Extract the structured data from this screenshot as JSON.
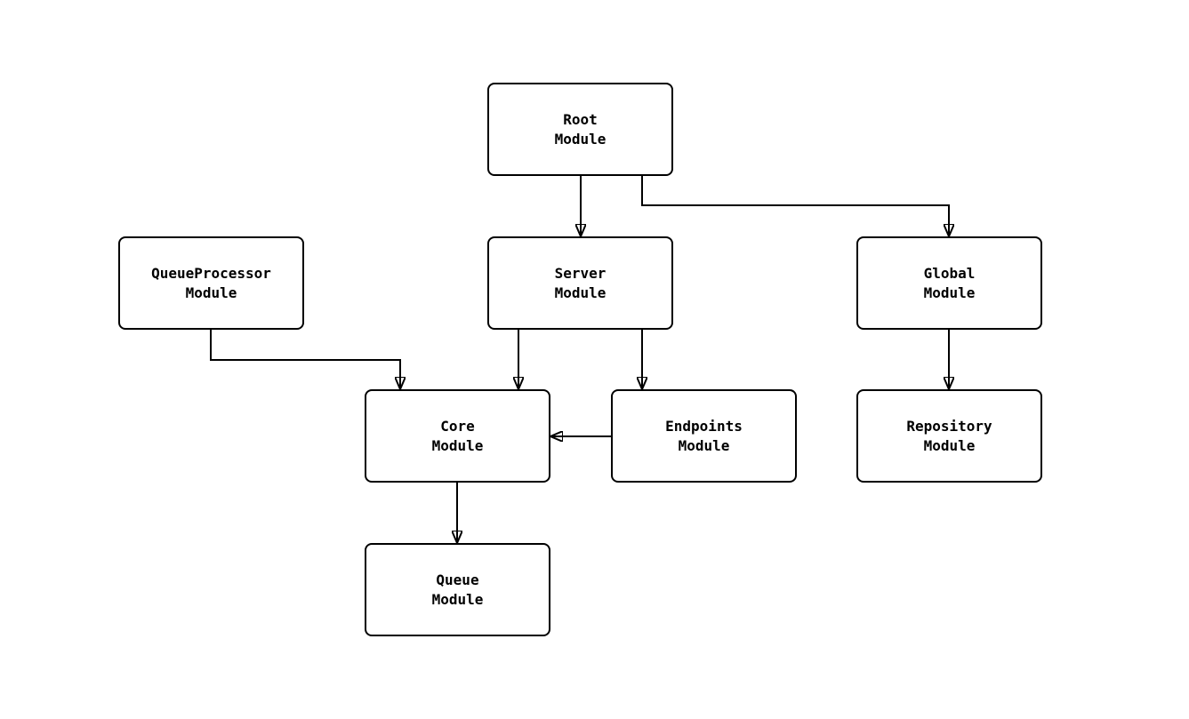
{
  "diagram": {
    "type": "flowchart",
    "background": "#ffffff",
    "nodes": {
      "root": {
        "label": "Root\nModule"
      },
      "server": {
        "label": "Server\nModule"
      },
      "queueprocessor": {
        "label": "QueueProcessor\nModule"
      },
      "global": {
        "label": "Global\nModule"
      },
      "core": {
        "label": "Core\nModule"
      },
      "endpoints": {
        "label": "Endpoints\nModule"
      },
      "repository": {
        "label": "Repository\nModule"
      },
      "queue": {
        "label": "Queue\nModule"
      }
    },
    "edges": [
      {
        "from": "Root Module",
        "to": "Server Module"
      },
      {
        "from": "Root Module",
        "to": "Global Module"
      },
      {
        "from": "QueueProcessor Module",
        "to": "Core Module"
      },
      {
        "from": "Server Module",
        "to": "Core Module"
      },
      {
        "from": "Server Module",
        "to": "Endpoints Module"
      },
      {
        "from": "Endpoints Module",
        "to": "Core Module"
      },
      {
        "from": "Global Module",
        "to": "Repository Module"
      },
      {
        "from": "Core Module",
        "to": "Queue Module"
      }
    ],
    "colors": {
      "node_border": "#000000",
      "node_fill": "#ffffff",
      "edge": "#000000",
      "text": "#000000"
    }
  }
}
